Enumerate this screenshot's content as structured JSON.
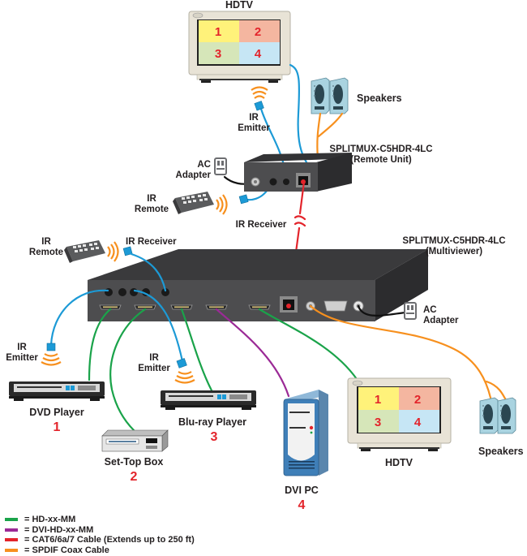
{
  "colors": {
    "hdmi": "#1aa34a",
    "dvi": "#9b2a96",
    "cat": "#e3242b",
    "spdif": "#f7901e",
    "ir": "#1c9ad6",
    "power": "#111111",
    "box_dark": "#3f3f41",
    "box_face": "#4d4d4f",
    "box_top": "#333335",
    "number_red": "#e3242b"
  },
  "remote_unit": {
    "model": "SPLITMUX-C5HDR-4LC",
    "subtitle": "(Remote Unit)"
  },
  "multiviewer": {
    "model": "SPLITMUX-C5HDR-4LC",
    "subtitle": "(Multiviewer)"
  },
  "top_display": {
    "label": "HDTV",
    "quadrants": [
      "1",
      "2",
      "3",
      "4"
    ],
    "quadrant_colors": [
      "#fff27a",
      "#f4b6a0",
      "#d6e6b9",
      "#c6e6f5"
    ]
  },
  "bottom_display": {
    "label": "HDTV",
    "quadrants": [
      "1",
      "2",
      "3",
      "4"
    ],
    "quadrant_colors": [
      "#fff27a",
      "#f4b6a0",
      "#d6e6b9",
      "#c6e6f5"
    ]
  },
  "labels": {
    "speakers_top": "Speakers",
    "speakers_bottom": "Speakers",
    "ir_emitter_top_1": "IR",
    "ir_emitter_top_2": "Emitter",
    "ac_adapter_top_1": "AC",
    "ac_adapter_top_2": "Adapter",
    "ir_remote_top_1": "IR",
    "ir_remote_top_2": "Remote",
    "ir_receiver_top": "IR Receiver",
    "ir_remote_main_1": "IR",
    "ir_remote_main_2": "Remote",
    "ir_receiver_main": "IR Receiver",
    "ac_adapter_main_1": "AC",
    "ac_adapter_main_2": "Adapter",
    "ir_emitter_dvd_1": "IR",
    "ir_emitter_dvd_2": "Emitter",
    "ir_emitter_bluray_1": "IR",
    "ir_emitter_bluray_2": "Emitter"
  },
  "sources": [
    {
      "name": "DVD Player",
      "number": "1"
    },
    {
      "name": "Set-Top Box",
      "number": "2"
    },
    {
      "name": "Blu-ray Player",
      "number": "3"
    },
    {
      "name": "DVI PC",
      "number": "4"
    }
  ],
  "legend": [
    {
      "color": "#1aa34a",
      "text": "= HD-xx-MM"
    },
    {
      "color": "#9b2a96",
      "text": "= DVI-HD-xx-MM"
    },
    {
      "color": "#e3242b",
      "text": "= CAT6/6a/7 Cable (Extends up to 250 ft)"
    },
    {
      "color": "#f7901e",
      "text": "= SPDIF Coax Cable"
    }
  ]
}
